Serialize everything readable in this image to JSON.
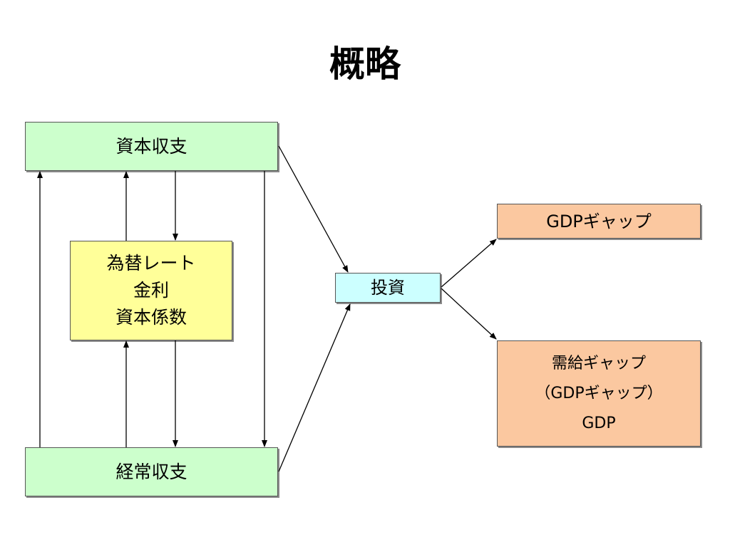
{
  "title": "概略",
  "nodes": {
    "capital_balance": [
      "資本収支"
    ],
    "current_balance": [
      "経常収支"
    ],
    "rates": [
      "為替レート",
      "金利",
      "資本係数"
    ],
    "investment": [
      "投資"
    ],
    "gdp_gap": [
      "GDPギャップ"
    ],
    "supply_gap": [
      "需給ギャップ",
      "（GDPギャップ）",
      "GDP"
    ]
  },
  "colors": {
    "balance_fill": "#ccffcc",
    "rates_fill": "#ffff99",
    "investment_fill": "#ccffff",
    "gap_fill": "#fbc8a0",
    "border": "#555555",
    "arrow": "#000000"
  }
}
